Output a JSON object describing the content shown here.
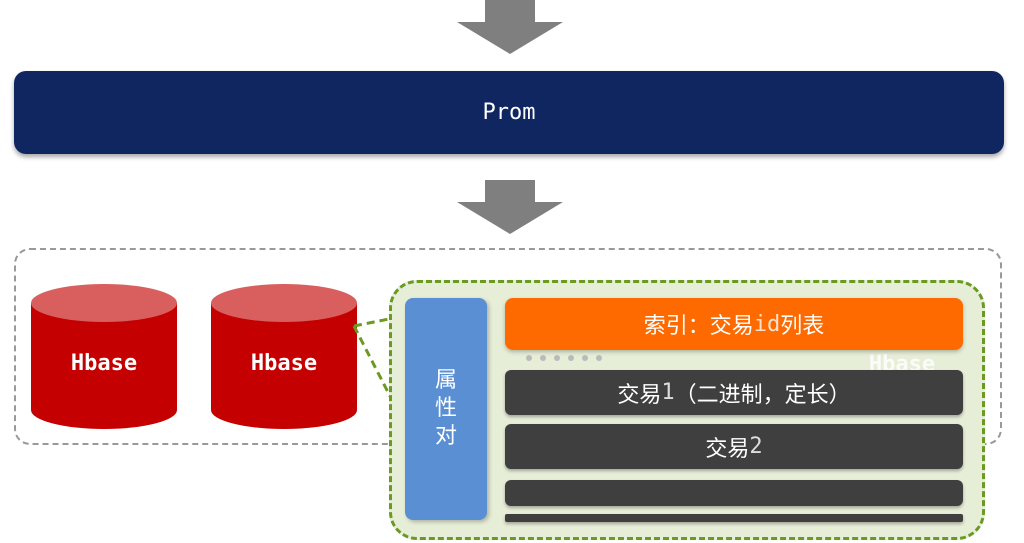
{
  "prom": {
    "label": "Prom"
  },
  "storage": {
    "nodes": [
      {
        "label": "Hbase"
      },
      {
        "label": "Hbase"
      }
    ],
    "faded_node": {
      "label": "Hbase"
    }
  },
  "detail": {
    "attr_label_chars": [
      "属",
      "性",
      "对"
    ],
    "index": {
      "prefix": "索引：交易",
      "mono": "id",
      "suffix": "列表"
    },
    "transactions": [
      {
        "prefix": "交易",
        "mono": "1",
        "suffix": "（二进制，定长）"
      },
      {
        "prefix": "交易",
        "mono": "2",
        "suffix": ""
      }
    ]
  },
  "colors": {
    "prom_bg": "#0f2660",
    "hbase_red": "#c40000",
    "index_orange": "#ff6a00",
    "attr_blue": "#5a8fd4",
    "panel_green": "#6b9a21",
    "tx_dark": "#3f3f3f"
  }
}
